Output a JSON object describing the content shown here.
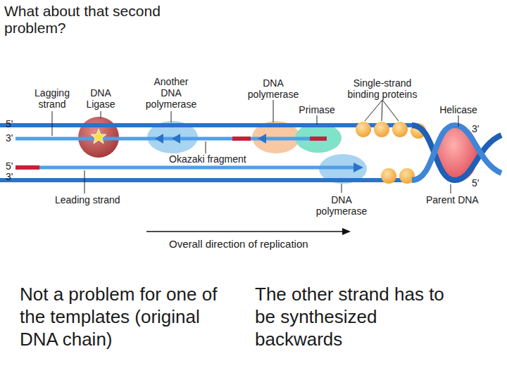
{
  "diagram": {
    "title": "What about that second problem?",
    "labels": [
      "Lagging strand",
      "DNA Ligase",
      "Another DNA polymerase",
      "DNA polymerase",
      "Primase",
      "Single-strand binding proteins",
      "Helicase",
      "5'",
      "3'",
      "3'",
      "Okazaki fragment",
      "5'",
      "3'",
      "5'",
      "Leading strand",
      "DNA polymerase",
      "Parent DNA",
      "Overall direction of replication",
      "Not a problem for one of the templates (original DNA chain)",
      "The other strand has to be synthesized backwards"
    ]
  }
}
